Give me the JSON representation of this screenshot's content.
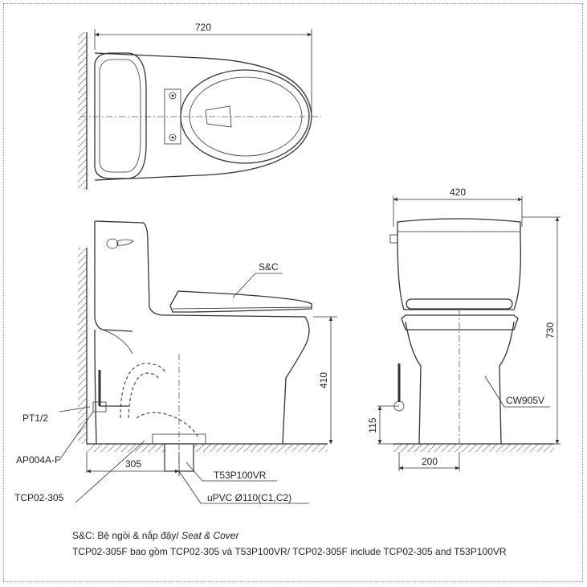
{
  "dimensions": {
    "top_width": "720",
    "front_width": "420",
    "total_height": "730",
    "seat_height": "410",
    "supply_height": "115",
    "rough_in": "305",
    "front_base": "200"
  },
  "callouts": {
    "seat_cover": "S&C",
    "pt": "PT1/2",
    "ap": "AP004A-F",
    "t53": "T53P100VR",
    "tcp": "TCP02-305",
    "upvc": "uPVC Ø110(C1,C2)",
    "cw": "CW905V"
  },
  "notes": {
    "line1_prefix": "S&C: Bệ ngồi & nắp đậy/ ",
    "line1_italic": "Seat & Cover",
    "line2": "TCP02-305F bao gồm TCP02-305 và T53P100VR/ TCP02-305F include TCP02-305 and T53P100VR"
  }
}
